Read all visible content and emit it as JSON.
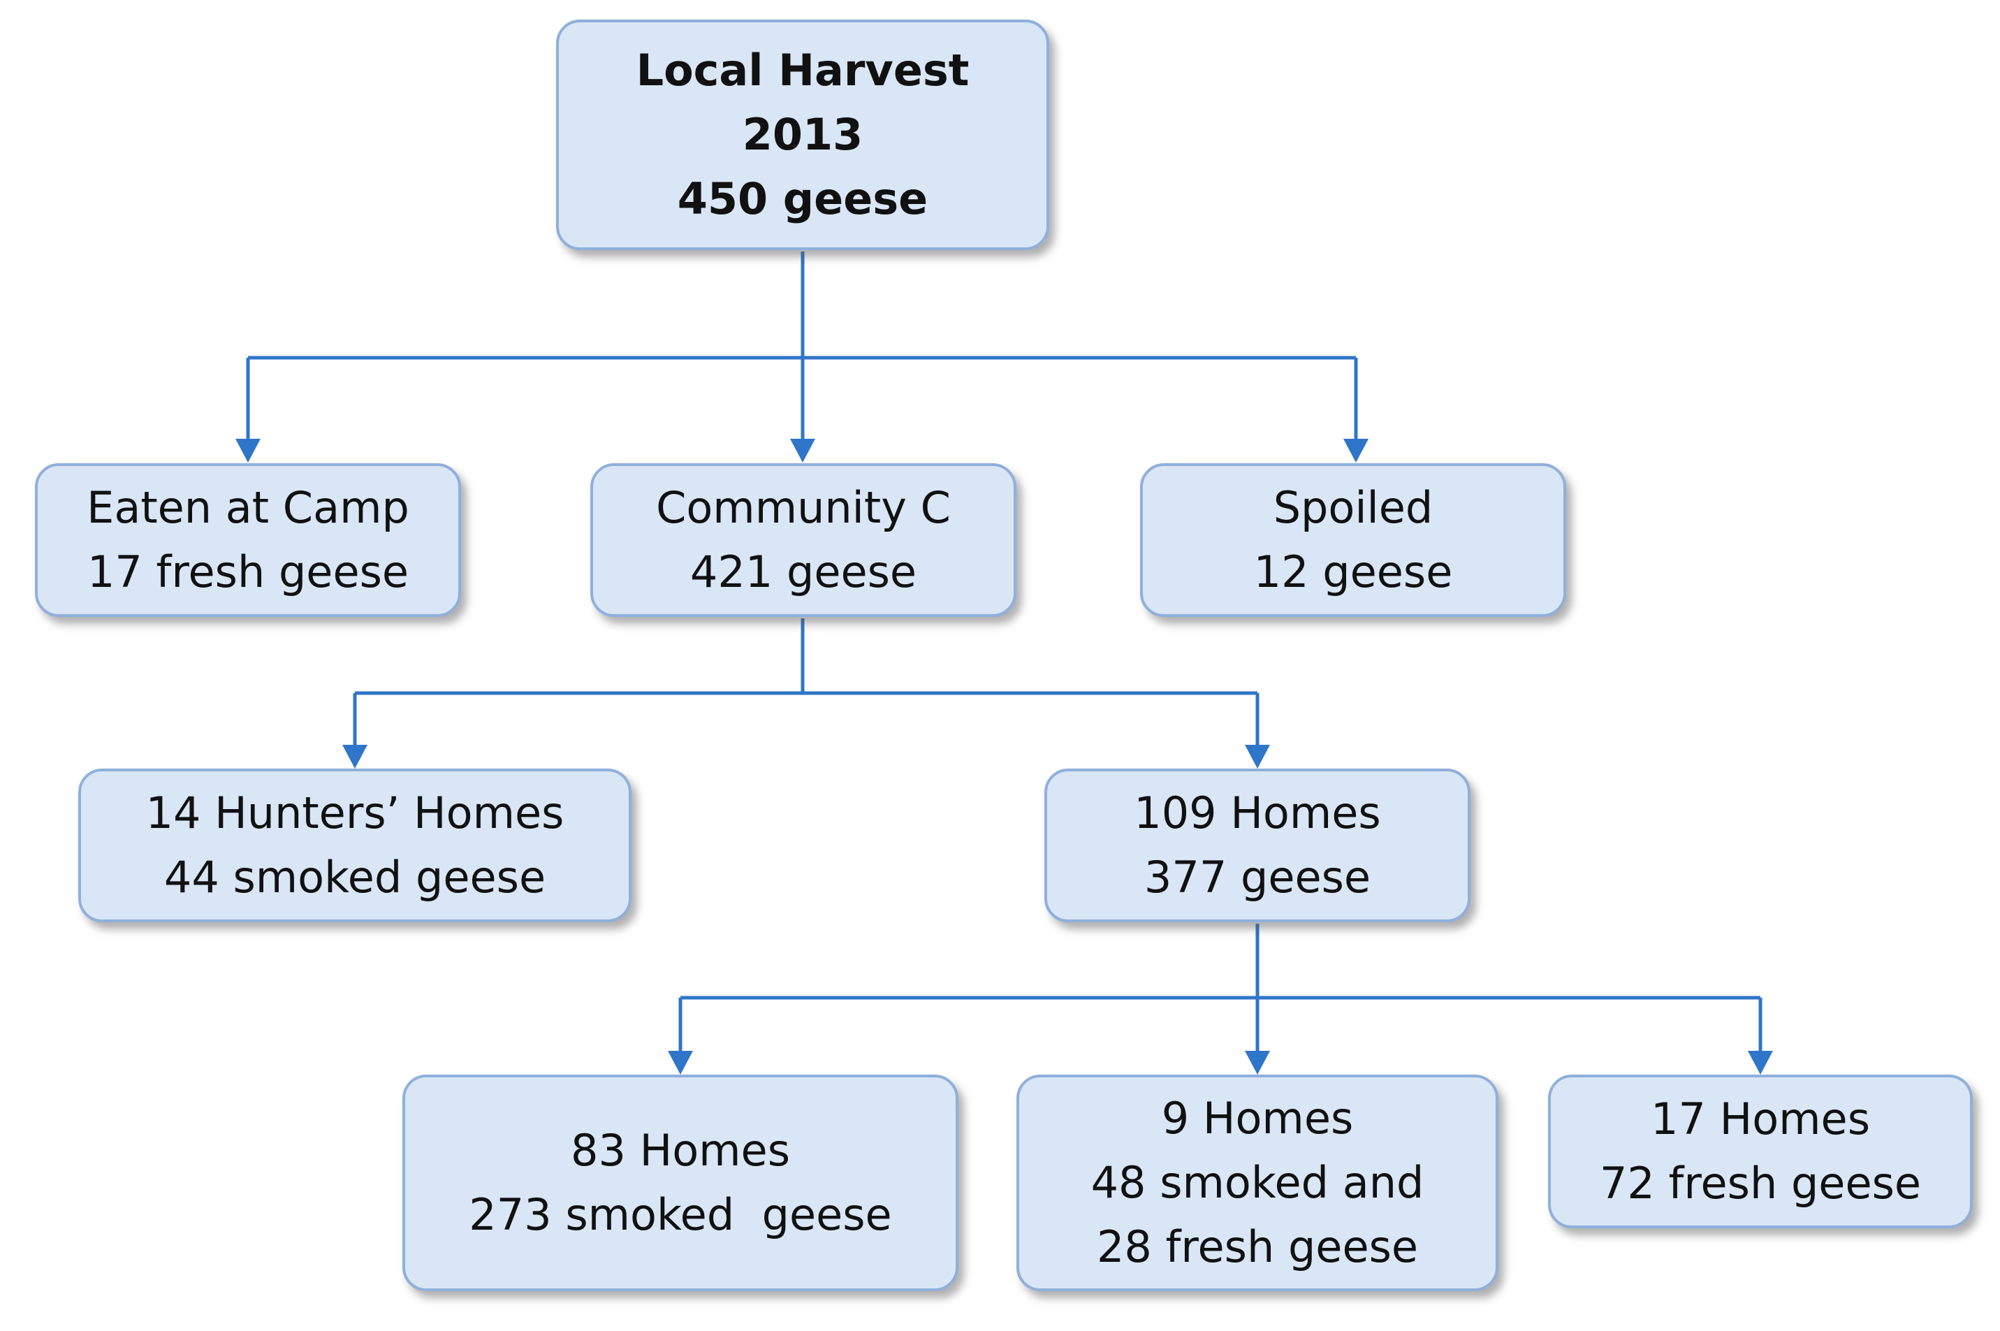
{
  "diagram": {
    "nodes": {
      "root": {
        "lines": [
          "Local Harvest",
          "2013",
          "450 geese"
        ]
      },
      "camp": {
        "lines": [
          "Eaten at Camp",
          "17 fresh geese"
        ]
      },
      "community": {
        "lines": [
          "Community C",
          "421 geese"
        ]
      },
      "spoiled": {
        "lines": [
          "Spoiled",
          "12 geese"
        ]
      },
      "hunters_homes": {
        "lines": [
          "14 Hunters’ Homes",
          "44 smoked geese"
        ]
      },
      "homes_109": {
        "lines": [
          "109 Homes",
          "377 geese"
        ]
      },
      "homes_83": {
        "lines": [
          "83 Homes",
          "273 smoked  geese"
        ]
      },
      "homes_9": {
        "lines": [
          "9 Homes",
          "48 smoked and",
          "28 fresh geese"
        ]
      },
      "homes_17": {
        "lines": [
          "17 Homes",
          "72 fresh geese"
        ]
      }
    },
    "edges": [
      {
        "from": "root",
        "to": "camp"
      },
      {
        "from": "root",
        "to": "community"
      },
      {
        "from": "root",
        "to": "spoiled"
      },
      {
        "from": "community",
        "to": "hunters_homes"
      },
      {
        "from": "community",
        "to": "homes_109"
      },
      {
        "from": "homes_109",
        "to": "homes_83"
      },
      {
        "from": "homes_109",
        "to": "homes_9"
      },
      {
        "from": "homes_109",
        "to": "homes_17"
      }
    ],
    "colors": {
      "node_fill": "#d9e6f5",
      "node_border": "#8fb0dc",
      "connector": "#2f75c9"
    }
  }
}
